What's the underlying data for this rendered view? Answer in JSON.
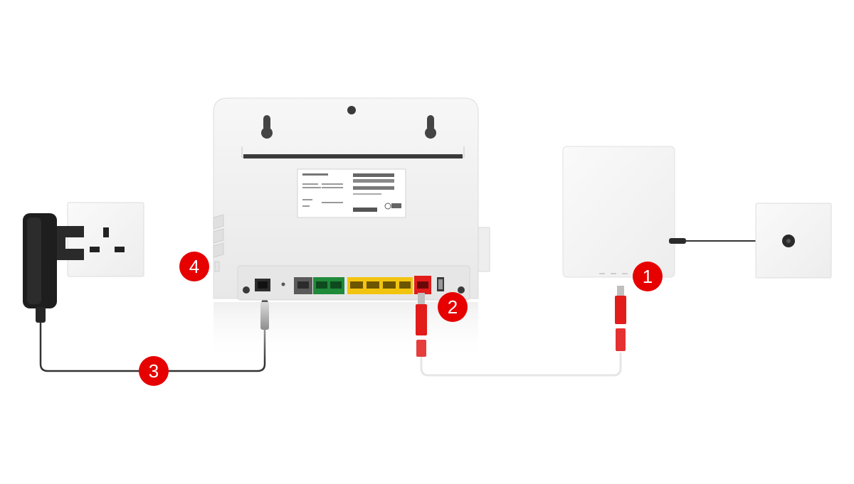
{
  "diagram": {
    "steps": [
      {
        "number": "1",
        "target": "fibre-box-port"
      },
      {
        "number": "2",
        "target": "router-red-broadband-port"
      },
      {
        "number": "3",
        "target": "power-adapter-cable"
      },
      {
        "number": "4",
        "target": "router-power-button"
      }
    ],
    "colors": {
      "badge_red": "#e60000",
      "port_green": "#1f8a3a",
      "port_yellow": "#f2c40f",
      "port_red": "#e21b1b",
      "port_grey": "#5a5a5a",
      "device_white": "#f4f4f4",
      "cable_dark": "#333333",
      "cable_white": "#e6e6e6",
      "adapter_black": "#1e1e1e"
    },
    "icons": [
      "router-device",
      "wall-socket",
      "power-adapter",
      "fibre-box",
      "fibre-wall-socket",
      "ethernet-plug",
      "power-plug"
    ]
  }
}
